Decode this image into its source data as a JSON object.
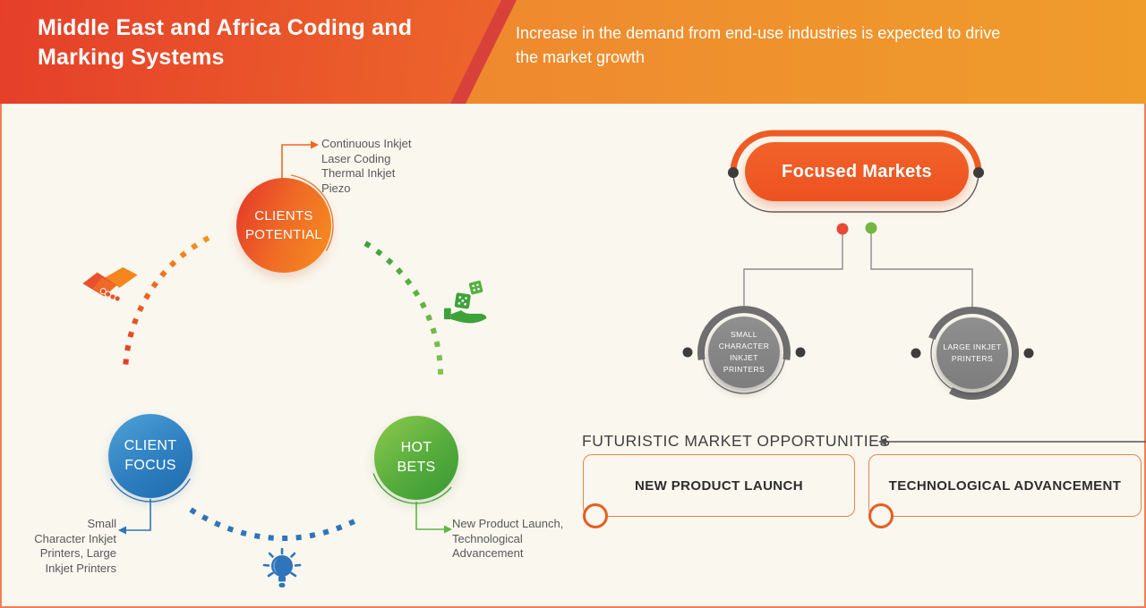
{
  "header": {
    "title": "Middle East and Africa Coding and Marking Systems",
    "subtitle": "Increase in the demand from end-use industries is expected to drive the market growth"
  },
  "cycle": {
    "clients_potential": {
      "label": "CLIENTS POTENTIAL",
      "note": "Continuous Inkjet\nLaser Coding\nThermal Inkjet\nPiezo"
    },
    "client_focus": {
      "label": "CLIENT FOCUS",
      "note": "Small\nCharacter Inkjet\nPrinters, Large\nInkjet Printers"
    },
    "hot_bets": {
      "label": "HOT BETS",
      "note": "New Product Launch,\nTechnological\nAdvancement"
    }
  },
  "focused_markets": {
    "title": "Focused Markets",
    "nodes": [
      {
        "label": "SMALL CHARACTER\nINKJET PRINTERS"
      },
      {
        "label": "LARGE INKJET\nPRINTERS"
      }
    ]
  },
  "opportunities": {
    "heading": "FUTURISTIC MARKET OPPORTUNITIES",
    "items": [
      {
        "label": "NEW PRODUCT LAUNCH"
      },
      {
        "label": "TECHNOLOGICAL ADVANCEMENT"
      }
    ]
  },
  "icons": {
    "handshake": "handshake-icon",
    "dice_hand": "hand-with-dice-icon",
    "lightbulb": "lightbulb-icon"
  },
  "colors": {
    "accent_orange": "#ef5b25",
    "header_red": "#e7432b",
    "header_orange": "#f09a2c",
    "blue": "#2e75bb",
    "green": "#4aa63c",
    "gray_node": "#878787",
    "dot_red": "#e84a38",
    "dot_green": "#74b843",
    "background": "#faf7ee",
    "frame_border": "#ee8059"
  }
}
